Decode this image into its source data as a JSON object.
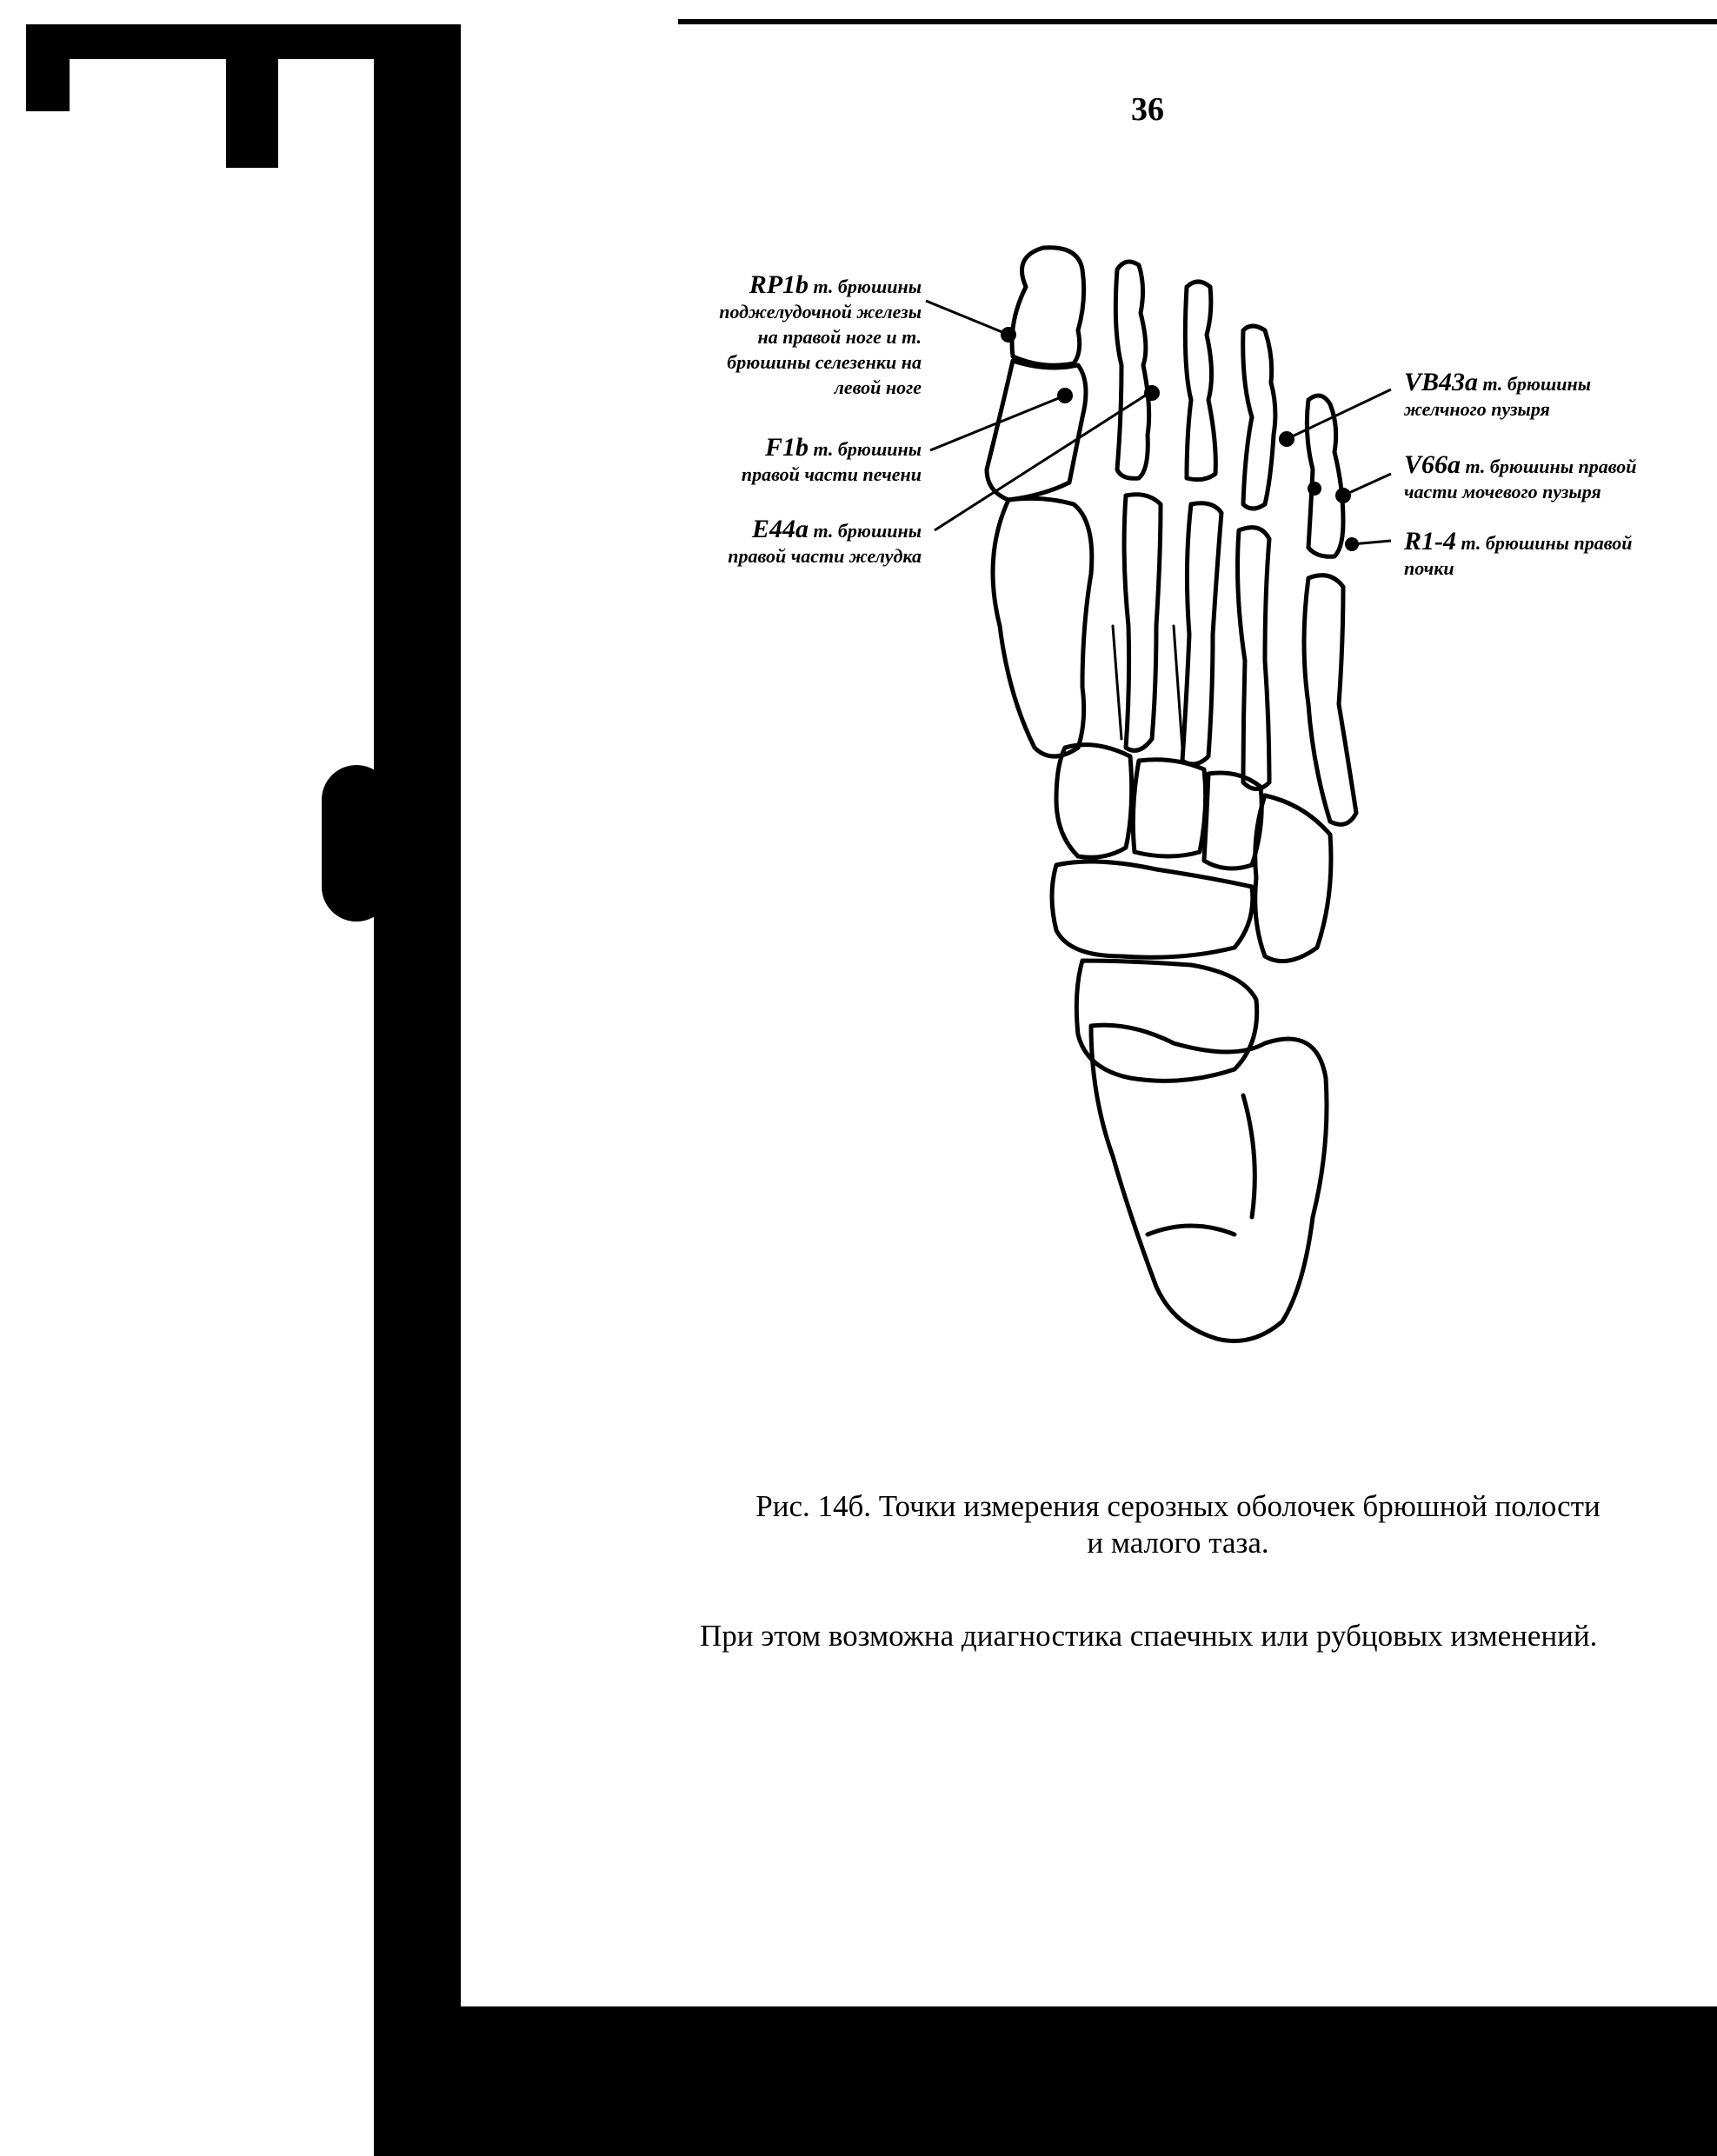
{
  "page": {
    "number": "36"
  },
  "figure": {
    "labels_left": [
      {
        "code": "RP1b",
        "text": "т. брюшины поджелудочной железы на правой ноге и т. брюшины селезенки на левой ноге",
        "lines": [
          "т. брюшины",
          "поджелудочной железы",
          "на правой ноге и т.",
          "брюшины селезенки на",
          "левой ноге"
        ]
      },
      {
        "code": "F1b",
        "text": "т. брюшины правой части печени",
        "lines": [
          "т. брюшины",
          "правой части печени"
        ]
      },
      {
        "code": "E44a",
        "text": "т. брюшины правой части желудка",
        "lines": [
          "т. брюшины",
          "правой части желудка"
        ]
      }
    ],
    "labels_right": [
      {
        "code": "VB43a",
        "text": "т. брюшины желчного пузыря",
        "lines": [
          "т. брюшины",
          "желчного пузыря"
        ]
      },
      {
        "code": "V66a",
        "text": "т. брюшины правой части мочевого пузыря",
        "lines": [
          "т. брюшины правой",
          "части мочевого пузыря"
        ]
      },
      {
        "code": "R1-4",
        "text": "т. брюшины правой почки",
        "lines": [
          "т. брюшины правой",
          "почки"
        ]
      }
    ]
  },
  "caption": {
    "line1": "Рис. 14б. Точки измерения серозных оболочек брюшной полости",
    "line2": "и малого таза."
  },
  "body_text": "При этом возможна диагностика спаечных или рубцовых изменений."
}
